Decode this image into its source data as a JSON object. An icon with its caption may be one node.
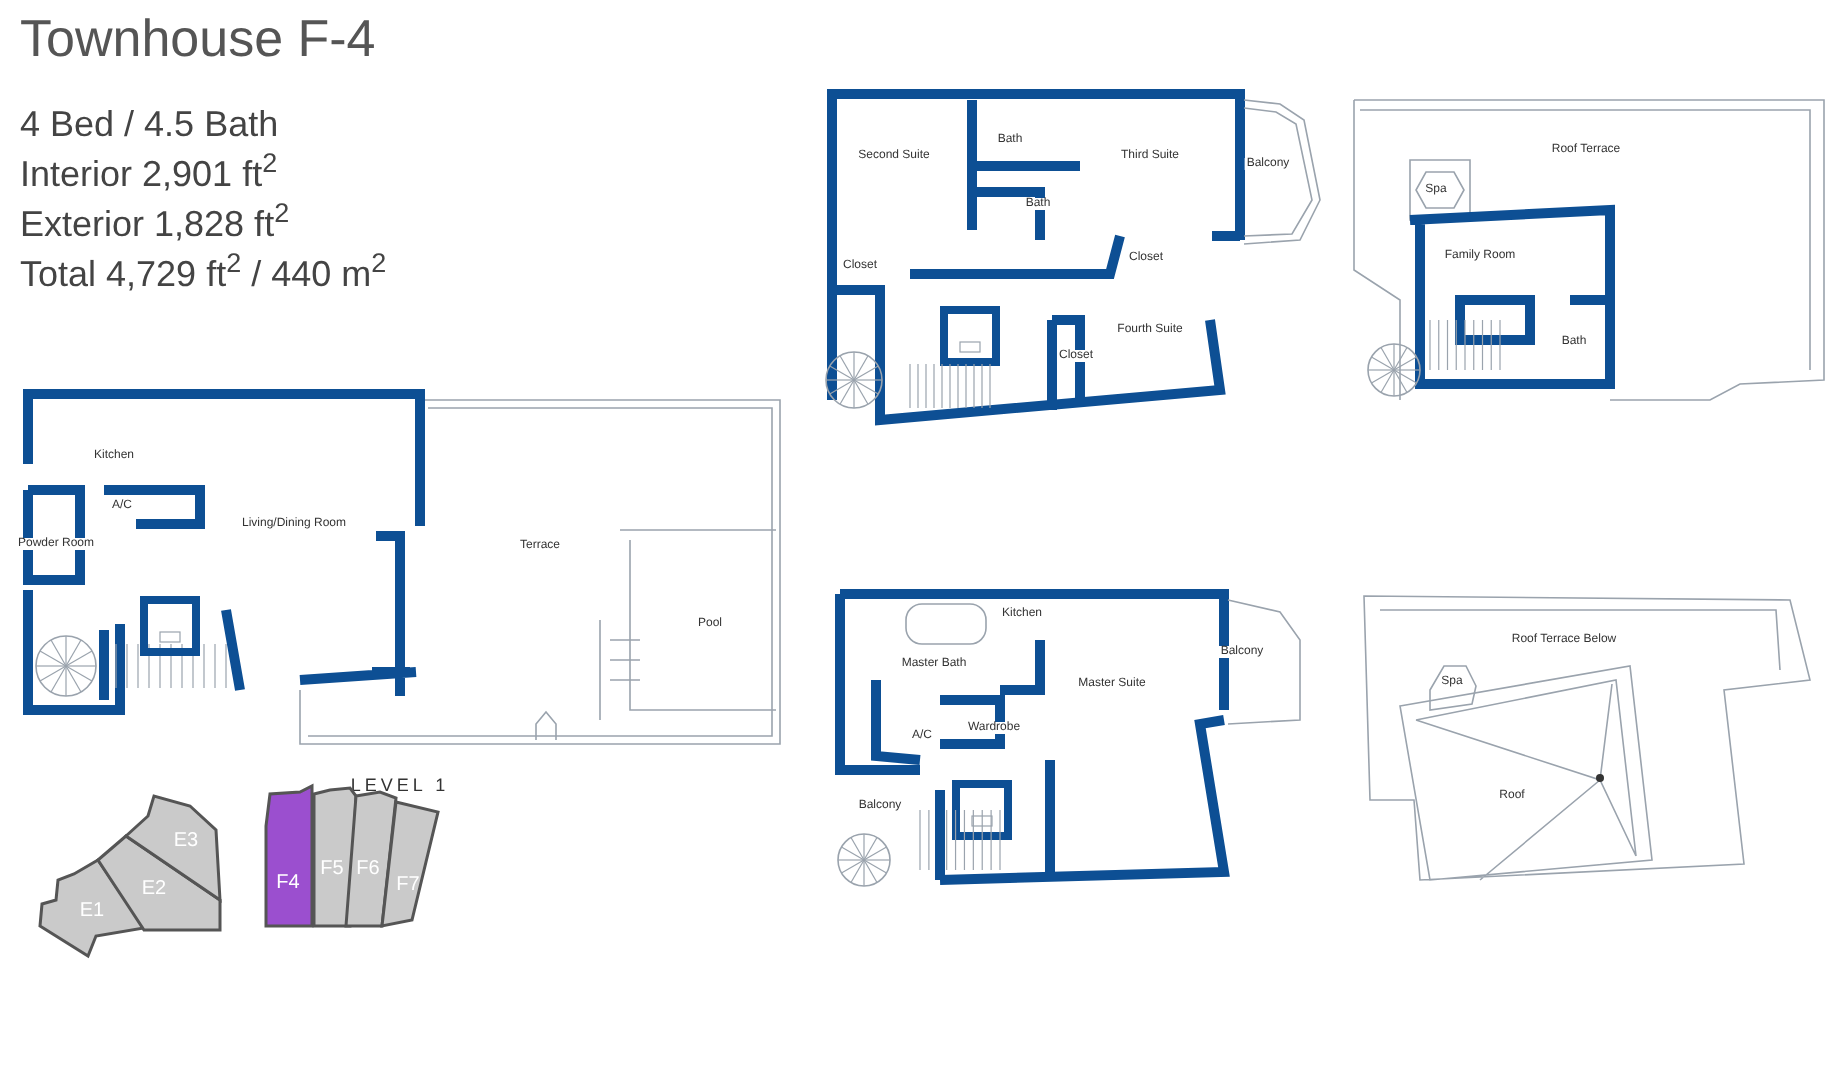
{
  "diagram": {
    "title": "Townhouse F-4",
    "nodes": [
      {
        "text": [
          "E1"
        ]
      },
      {
        "text": [
          "E2"
        ]
      },
      {
        "text": [
          "E3"
        ]
      },
      {
        "text": [
          "F4"
        ]
      },
      {
        "text": [
          "F5"
        ]
      },
      {
        "text": [
          "F6"
        ]
      },
      {
        "text": [
          "F7"
        ]
      }
    ],
    "labels": [
      "4 Bed / 4.5 Bath",
      "Interior 2,901 ft$^{2}$",
      "Exterior 1,828 ft$^{2}$",
      "Total 4,729 ft$^{2}$ / 440 m$^{2}$",
      "Second Suite",
      "Bath",
      "Third Suite",
      "Balcony",
      "Bath",
      "Closet",
      "Closet",
      "Fourth Suite",
      "Closet",
      "Roof Terrace",
      "Spa",
      "Family Room",
      "Bath",
      "Kitchen",
      "A/C",
      "Powder Room",
      "Living/Dining Room",
      "Terrace",
      "Pool",
      "Kitchen",
      "Master Bath",
      "Balcony",
      "Master Suite",
      "A/C",
      "Wardrobe",
      "Balcony",
      "Roof Terrace Below",
      "Spa",
      "Roof",
      "LEVEL 1"
    ]
  }
}
